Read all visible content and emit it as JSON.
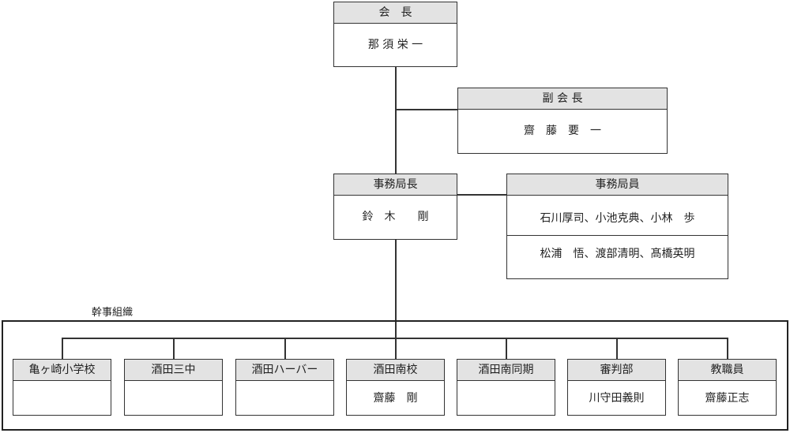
{
  "president": {
    "title": "会　長",
    "name": "那 須 栄 一"
  },
  "vice_president": {
    "title": "副 会 長",
    "name": "齋　藤　要　一"
  },
  "secretary_general": {
    "title": "事務局長",
    "name": "鈴　木　　剛"
  },
  "secretariat": {
    "title": "事務局員",
    "rows": [
      "石川厚司、小池克典、小林　歩",
      "松浦　悟、渡部清明、髙橋英明"
    ]
  },
  "group_label": "幹事組織",
  "units": [
    {
      "title": "亀ヶ崎小学校",
      "name": ""
    },
    {
      "title": "酒田三中",
      "name": ""
    },
    {
      "title": "酒田ハーバー",
      "name": ""
    },
    {
      "title": "酒田南校",
      "name": "齋藤　剛"
    },
    {
      "title": "酒田南同期",
      "name": ""
    },
    {
      "title": "審判部",
      "name": "川守田義則"
    },
    {
      "title": "教職員",
      "name": "齋藤正志"
    }
  ]
}
